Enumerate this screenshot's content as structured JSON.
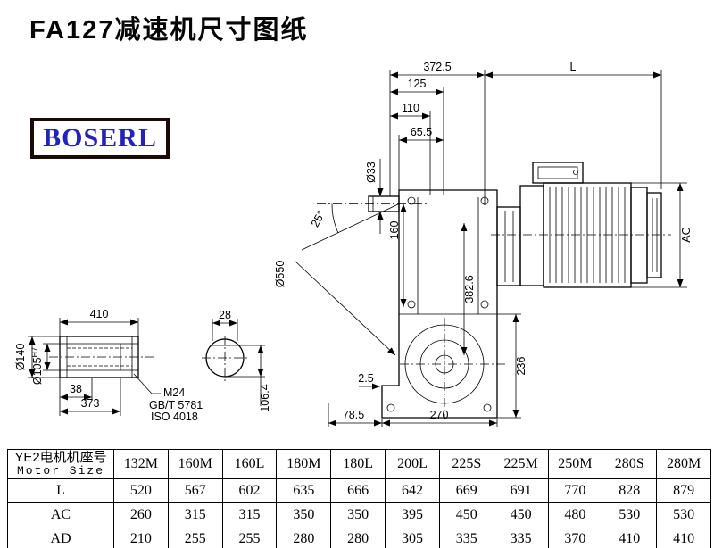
{
  "page": {
    "title": "FA127减速机尺寸图纸",
    "logo": "BOSERL"
  },
  "drawing": {
    "dims": {
      "top_total": "372.5",
      "L": "L",
      "d125": "125",
      "d110": "110",
      "d65_5": "65.5",
      "dia33": "Ø33",
      "d160": "160",
      "ang25": "25°",
      "dia550": "Ø550",
      "d382_6": "382.6",
      "AC": "AC",
      "d236": "236",
      "d2_5": "2.5",
      "d78_5": "78.5",
      "d270": "270",
      "d410": "410",
      "dia140": "Ø140",
      "dia105": "Ø105",
      "tol105": "H7",
      "d38": "38",
      "d373": "373",
      "m24": "M24",
      "gbt": "GB/T 5781",
      "iso": "ISO 4018",
      "d28": "28",
      "d106_4": "106.4"
    }
  },
  "table": {
    "header_cn": "YE2电机机座号",
    "header_en": "Motor Size",
    "columns": [
      "132M",
      "160M",
      "160L",
      "180M",
      "180L",
      "200L",
      "225S",
      "225M",
      "250M",
      "280S",
      "280M"
    ],
    "rows": [
      {
        "label": "L",
        "values": [
          "520",
          "567",
          "602",
          "635",
          "666",
          "642",
          "669",
          "691",
          "770",
          "828",
          "879"
        ]
      },
      {
        "label": "AC",
        "values": [
          "260",
          "315",
          "315",
          "350",
          "350",
          "395",
          "450",
          "450",
          "480",
          "530",
          "530"
        ]
      },
      {
        "label": "AD",
        "values": [
          "210",
          "255",
          "255",
          "280",
          "280",
          "305",
          "335",
          "335",
          "370",
          "410",
          "410"
        ]
      }
    ]
  }
}
